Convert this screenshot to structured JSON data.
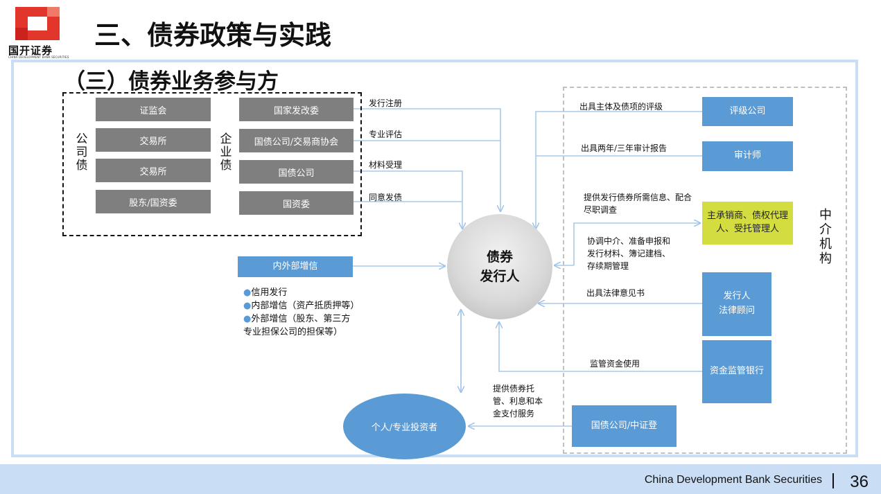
{
  "header": {
    "logo_text": "国开证券",
    "logo_subtext": "CHINA DEVELOPMENT BANK SECURITIES",
    "title": "三、债券政策与实践",
    "subtitle": "（三）债券业务参与方"
  },
  "left_group": {
    "company_bond_label": [
      "公",
      "司",
      "债"
    ],
    "enterprise_bond_label": [
      "企",
      "业",
      "债"
    ],
    "company_boxes": [
      "证监会",
      "交易所",
      "交易所",
      "股东/国资委"
    ],
    "enterprise_boxes": [
      "国家发改委",
      "国债公司/交易商协会",
      "国债公司",
      "国资委"
    ],
    "flow_labels": [
      "发行注册",
      "专业评估",
      "材料受理",
      "同意发债"
    ]
  },
  "center": {
    "issuer_line1": "债券",
    "issuer_line2": "发行人",
    "credit_box": "内外部增信",
    "bullets": [
      "信用发行",
      "内部增信（资产抵质押等）",
      "外部增信（股东、第三方"
    ],
    "bullet_tail": "专业担保公司的担保等）",
    "investor": "个人/专业投资者",
    "custody_label": "提供债券托管、利息和本金支付服务"
  },
  "intermediaries": {
    "group_label": [
      "中",
      "介",
      "机",
      "构"
    ],
    "rating": {
      "label": "评级公司",
      "action": "出具主体及债项的评级"
    },
    "auditor": {
      "label": "审计师",
      "action": "出具两年/三年审计报告"
    },
    "underwriter": {
      "label": "主承销商、债权代理人、受托管理人",
      "action_out": "提供发行债券所需信息、配合尽职调查",
      "action_in": "协调中介、准备申报和发行材料、簿记建档、存续期管理"
    },
    "lawyer": {
      "label_line1": "发行人",
      "label_line2": "法律顾问",
      "action": "出具法律意见书"
    },
    "bank": {
      "label": "资金监管银行",
      "action": "监管资金使用"
    },
    "depository": {
      "label": "国债公司/中证登"
    }
  },
  "footer": {
    "company": "China Development Bank Securities",
    "separator": "|",
    "page": "36"
  },
  "colors": {
    "blue": "#5b9bd5",
    "gray": "#7f7f7f",
    "yellow": "#d4dd3f",
    "frame": "#c9ddf5",
    "logo_red": "#e2352b"
  }
}
